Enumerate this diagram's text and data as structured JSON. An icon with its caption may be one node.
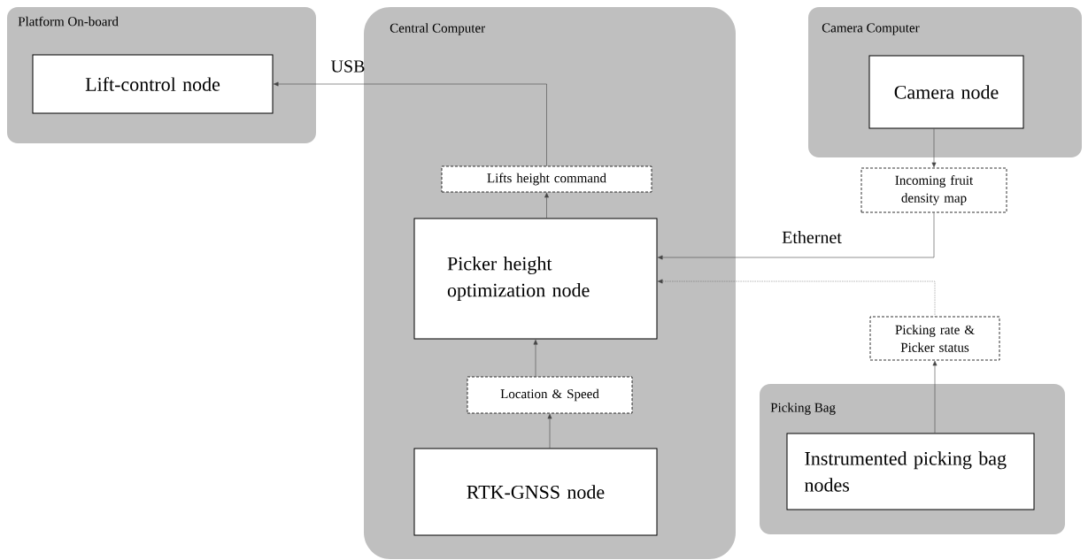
{
  "diagram": {
    "nodes": [
      {
        "text": [
          "Platform On-board"
        ]
      },
      {
        "text": [
          "Lift-control node"
        ],
        "in": 0
      },
      {
        "text": [
          "Central Computer"
        ]
      },
      {
        "text": [
          "Lifts height command"
        ],
        "in": 2
      },
      {
        "text": [
          "Picker height optimization node"
        ],
        "in": 2
      },
      {
        "text": [
          "Location & Speed"
        ],
        "in": 2
      },
      {
        "text": [
          "RTK-GNSS node"
        ],
        "in": 2
      },
      {
        "text": [
          "Camera Computer"
        ]
      },
      {
        "text": [
          "Camera node"
        ],
        "in": 7
      },
      {
        "text": [
          "Incoming fruit density map"
        ]
      },
      {
        "text": [
          "Picking Bag"
        ]
      },
      {
        "text": [
          "Instrumented picking bag nodes"
        ],
        "in": 10
      },
      {
        "text": [
          "Picking rate & Picker status"
        ]
      }
    ],
    "edges": [
      {
        "from": 3,
        "to": 1,
        "arrow": "to",
        "label": "USB"
      },
      {
        "from": 4,
        "to": 3,
        "arrow": "to"
      },
      {
        "from": 5,
        "to": 4,
        "arrow": "to"
      },
      {
        "from": 6,
        "to": 5,
        "arrow": "to"
      },
      {
        "from": 8,
        "to": 9,
        "arrow": "to"
      },
      {
        "from": 9,
        "to": 4,
        "arrow": "to",
        "label": "Ethernet"
      },
      {
        "from": 12,
        "to": 4,
        "arrow": "to",
        "style": "dashed"
      },
      {
        "from": 11,
        "to": 12,
        "arrow": "to"
      }
    ]
  }
}
